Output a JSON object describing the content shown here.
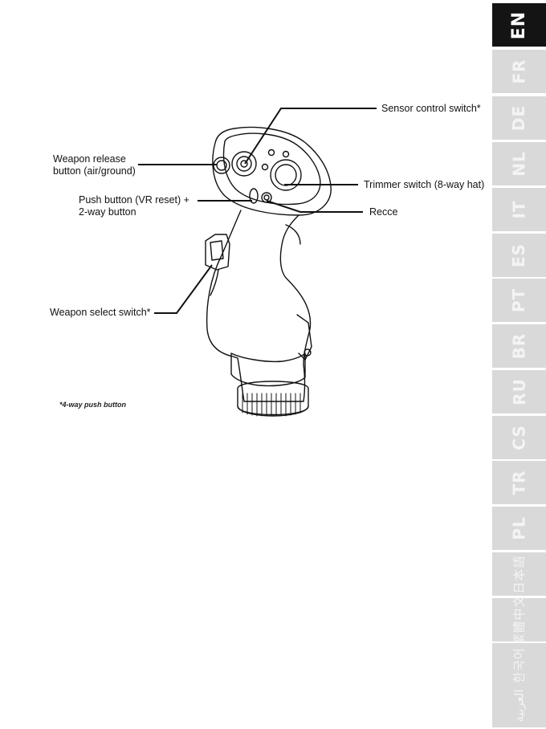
{
  "labels": {
    "sensor": "Sensor control switch*",
    "weapon_release_1": "Weapon release",
    "weapon_release_2": "button (air/ground)",
    "trimmer": "Trimmer switch (8-way hat)",
    "push_1": "Push button (VR reset) +",
    "push_2": "2-way button",
    "recce": "Recce",
    "weapon_select": "Weapon select switch*"
  },
  "footnote": "*4-way push button",
  "tabs": [
    {
      "code": "EN",
      "active": true
    },
    {
      "code": "FR"
    },
    {
      "code": "DE"
    },
    {
      "code": "NL"
    },
    {
      "code": "IT"
    },
    {
      "code": "ES"
    },
    {
      "code": "PT"
    },
    {
      "code": "BR"
    },
    {
      "code": "RU"
    },
    {
      "code": "CS"
    },
    {
      "code": "TR"
    },
    {
      "code": "PL"
    },
    {
      "code": "日本語"
    },
    {
      "code": "繁體中文"
    },
    {
      "code": "한국어"
    },
    {
      "code": "العربية"
    }
  ],
  "colors": {
    "tab_active": "#141414",
    "tab_inactive": "#d9d9d9",
    "tab_text": "#ffffff"
  }
}
